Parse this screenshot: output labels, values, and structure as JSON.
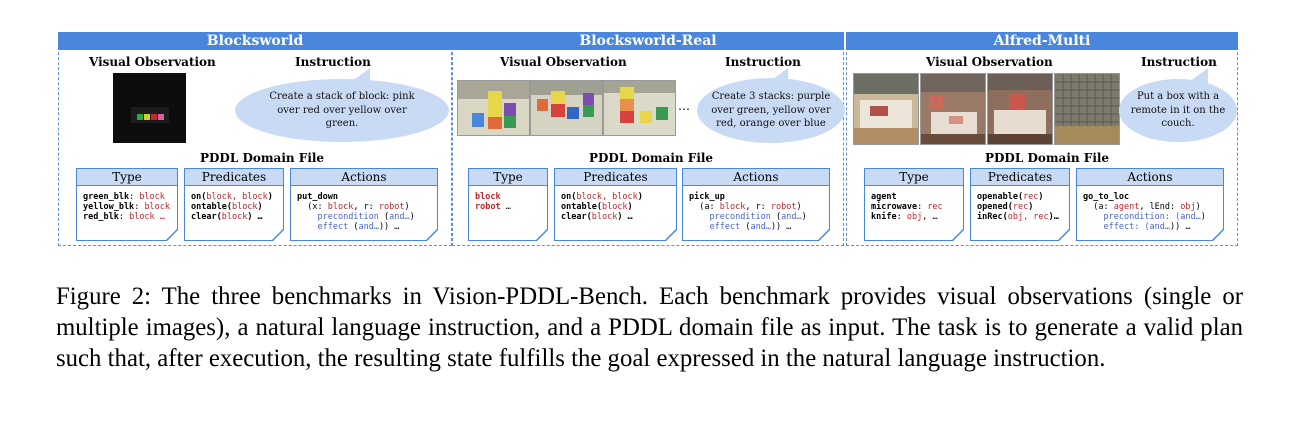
{
  "panels": [
    {
      "title": "Blocksworld",
      "visual_label": "Visual Observation",
      "instruction_label": "Instruction",
      "instruction": "Create a stack of block: pink over red over yellow over green.",
      "pddl_title": "PDDL Domain File",
      "type_header": "Type",
      "predicates_header": "Predicates",
      "actions_header": "Actions"
    },
    {
      "title": "Blocksworld-Real",
      "visual_label": "Visual Observation",
      "instruction_label": "Instruction",
      "instruction": "Create 3 stacks: purple over green, yellow over red, orange over blue",
      "pddl_title": "PDDL Domain File",
      "type_header": "Type",
      "predicates_header": "Predicates",
      "actions_header": "Actions",
      "ellipsis": "…"
    },
    {
      "title": "Alfred-Multi",
      "visual_label": "Visual Observation",
      "instruction_label": "Instruction",
      "instruction": "Put a box with a remote in it on the couch.",
      "pddl_title": "PDDL Domain File",
      "type_header": "Type",
      "predicates_header": "Predicates",
      "actions_header": "Actions"
    }
  ],
  "code": {
    "p1_types": [
      "green_blk",
      ": ",
      "block",
      "yellow_blk",
      ": ",
      "block",
      "red_blk",
      ": ",
      "block …"
    ],
    "p1_predicates": [
      "on(",
      "block, block",
      ")",
      "ontable(",
      "block",
      ")",
      "clear(",
      "block",
      ") …"
    ],
    "p1_actions": [
      "put_down",
      "(x: ",
      "block",
      ", r: ",
      "robot",
      ")",
      "precondition",
      " (",
      "and…",
      ")",
      "effect",
      " (",
      "and…",
      ")) …"
    ],
    "p2_types": [
      "block",
      "robot",
      " …"
    ],
    "p2_predicates": [
      "on(",
      "block, block",
      ")",
      "ontable(",
      "block",
      ")",
      "clear(",
      "block",
      ") …"
    ],
    "p2_actions": [
      "pick_up",
      "(a: ",
      "block",
      ", r: ",
      "robot",
      ")",
      "precondition",
      " (",
      "and…",
      ")",
      "effect",
      " (",
      "and…",
      ")) …"
    ],
    "p3_types": [
      "agent",
      "microwave",
      ": ",
      "rec",
      "knife",
      ": ",
      "obj",
      ", …"
    ],
    "p3_predicates": [
      "openable(",
      "rec",
      ")",
      "opened(",
      "rec",
      ")",
      "inRec(",
      "obj, rec",
      ")…"
    ],
    "p3_actions": [
      "go_to_loc",
      "(a: ",
      "agent",
      ", lEnd: ",
      "obj",
      ")",
      "precondition: ",
      "(and…",
      ")",
      "effect: ",
      "(and…",
      ")) …"
    ]
  },
  "caption": "Figure 2: The three benchmarks in Vision-PDDL-Bench. Each benchmark provides visual observations (single or multiple images), a natural language instruction, and a PDDL domain file as input. The task is to generate a valid plan such that, after execution, the resulting state fulfills the goal expressed in the natural language instruction.",
  "colors": {
    "header_blue": "#4a86dc",
    "bubble_blue": "#c9daf4",
    "code_red": "#c0262d",
    "code_blue": "#4a66c8"
  }
}
